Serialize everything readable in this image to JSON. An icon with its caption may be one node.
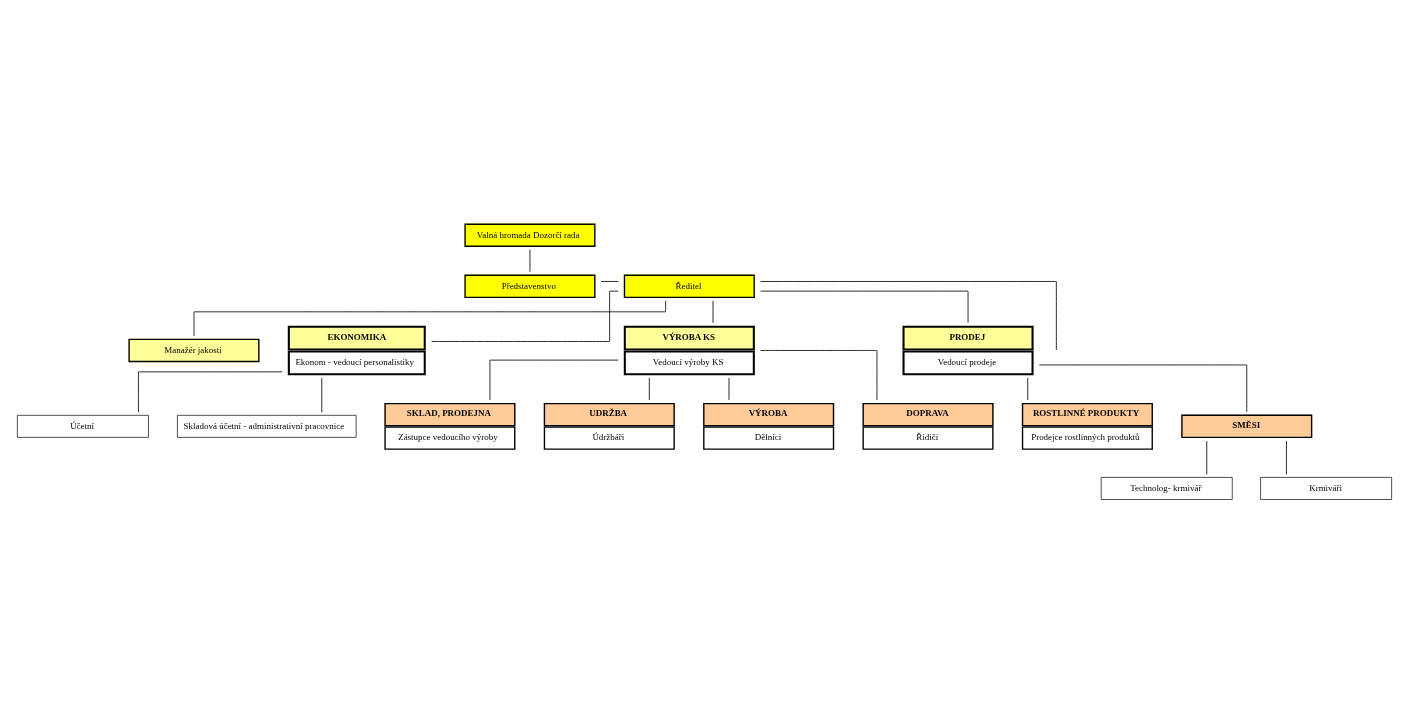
{
  "diagram": {
    "nodes": [
      {
        "text": [
          "Valná hromada Dozorčí rada"
        ]
      },
      {
        "text": [
          "Představenstvo"
        ]
      },
      {
        "text": [
          "Ředitel"
        ]
      },
      {
        "text": [
          "Manažér jakosti"
        ]
      },
      {
        "text": [
          "EKONOMIKA",
          "Ekonom - vedoucí personalistiky"
        ]
      },
      {
        "text": [
          "VÝROBA KS",
          "Vedoucí výroby KS"
        ]
      },
      {
        "text": [
          "PRODEJ",
          "Vedoucí prodeje"
        ]
      },
      {
        "text": [
          "Účetní"
        ]
      },
      {
        "text": [
          "Skladová účetní - administrativní pracovnice"
        ]
      },
      {
        "text": [
          "SKLAD, PRODEJNA",
          "Zástupce vedoucího výroby"
        ]
      },
      {
        "text": [
          "UDRŽBA",
          "Údržbáři"
        ]
      },
      {
        "text": [
          "VÝROBA",
          "Dělníci"
        ]
      },
      {
        "text": [
          "DOPRAVA",
          "Řidiči"
        ]
      },
      {
        "text": [
          "ROSTLINNÉ PRODUKTY",
          "Prodejce rostlinných produktů"
        ]
      },
      {
        "text": [
          "SMĚSI"
        ]
      },
      {
        "text": [
          "Technolog- krmivář"
        ]
      },
      {
        "text": [
          "Krmiváři"
        ]
      }
    ],
    "edges": [
      {
        "from": 0,
        "to": 1,
        "arrow": "none"
      },
      {
        "from": 1,
        "to": 2,
        "arrow": "none"
      },
      {
        "from": 2,
        "to": 3,
        "arrow": "none"
      },
      {
        "from": 2,
        "to": 4,
        "arrow": "none"
      },
      {
        "from": 2,
        "to": 5,
        "arrow": "none"
      },
      {
        "from": 2,
        "to": null,
        "arrow": "none"
      },
      {
        "from": 2,
        "to": 6,
        "arrow": "none"
      },
      {
        "from": 4,
        "to": 7,
        "arrow": "none"
      },
      {
        "from": 4,
        "to": 8,
        "arrow": "none"
      },
      {
        "from": 5,
        "to": 9,
        "arrow": "none"
      },
      {
        "from": 5,
        "to": 10,
        "arrow": "none"
      },
      {
        "from": 5,
        "to": 11,
        "arrow": "none"
      },
      {
        "from": 5,
        "to": 12,
        "arrow": "none"
      },
      {
        "from": 6,
        "to": 13,
        "arrow": "none"
      },
      {
        "from": 6,
        "to": 14,
        "arrow": "none"
      },
      {
        "from": 14,
        "to": 15,
        "arrow": "none"
      },
      {
        "from": 14,
        "to": 16,
        "arrow": "none"
      }
    ]
  }
}
